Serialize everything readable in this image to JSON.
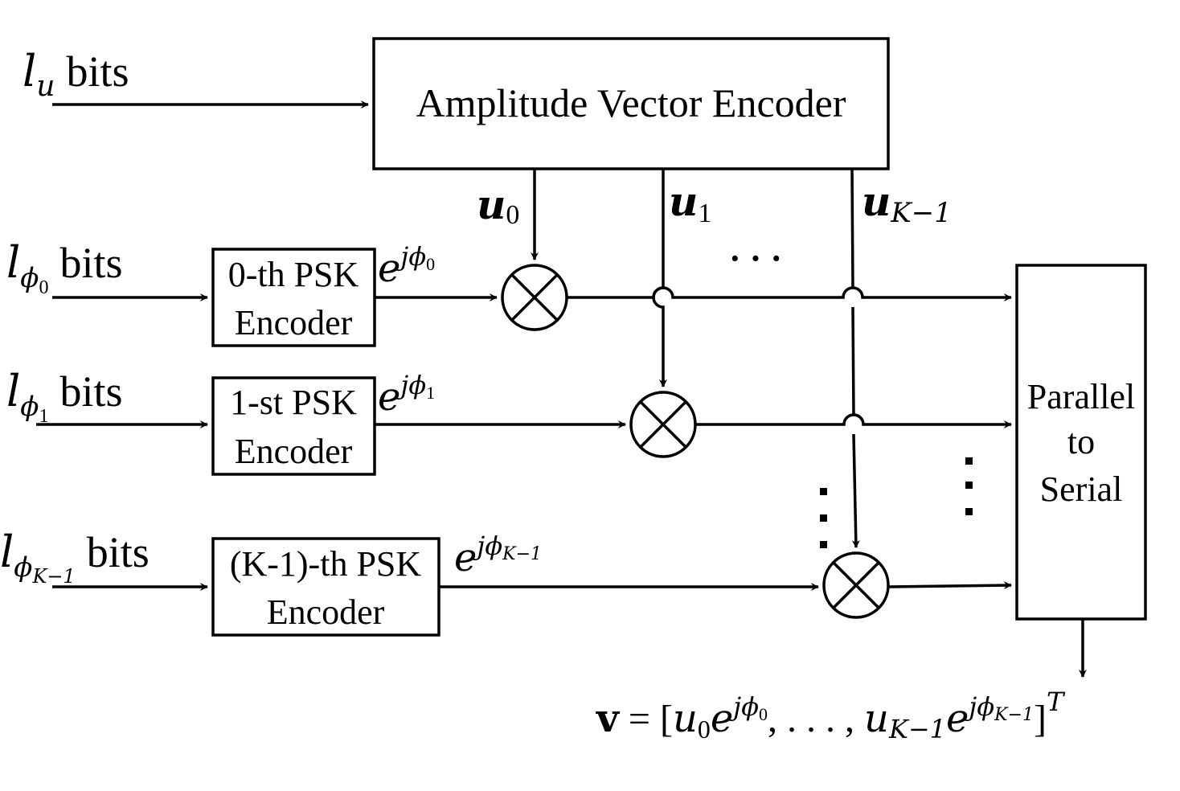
{
  "blocks": {
    "amplitude_encoder": "Amplitude Vector Encoder",
    "psk0": [
      "0-th PSK",
      "Encoder"
    ],
    "psk1": [
      "1-st PSK",
      "Encoder"
    ],
    "pskK": [
      "(K-1)-th PSK",
      "Encoder"
    ],
    "p2s": [
      "Parallel",
      "to",
      "Serial"
    ]
  },
  "inputs": {
    "lu": {
      "sym": "l",
      "sub": "u",
      "text": "bits"
    },
    "l0": {
      "sym": "l",
      "sub": "ϕ",
      "subsub": "0",
      "text": "bits"
    },
    "l1": {
      "sym": "l",
      "sub": "ϕ",
      "subsub": "1",
      "text": "bits"
    },
    "lK": {
      "sym": "l",
      "sub": "ϕ",
      "subsub": "K−1",
      "text": "bits"
    }
  },
  "amplitudes": {
    "u0": {
      "sym": "u",
      "sub": "0"
    },
    "u1": {
      "sym": "u",
      "sub": "1"
    },
    "uK": {
      "sym": "u",
      "sub": "K−1"
    }
  },
  "phases": {
    "e0": {
      "base": "e",
      "sup": "jϕ",
      "supsub": "0"
    },
    "e1": {
      "base": "e",
      "sup": "jϕ",
      "supsub": "1"
    },
    "eK": {
      "base": "e",
      "sup": "jϕ",
      "supsub": "K−1"
    }
  },
  "ellipsis": {
    "h": "· · ·",
    "v": "⋮"
  },
  "output_formula": {
    "v": "v",
    "eq": " = [",
    "u0": "u",
    "u0sub": "0",
    "e0": "e",
    "e0sup": "jϕ",
    "e0supsub": "0",
    "mid": ", . . . , ",
    "uK": "u",
    "uKsub": "K−1",
    "eK": "e",
    "eKsup": "jϕ",
    "eKsupsub": "K−1",
    "close": "]",
    "T": "T"
  }
}
